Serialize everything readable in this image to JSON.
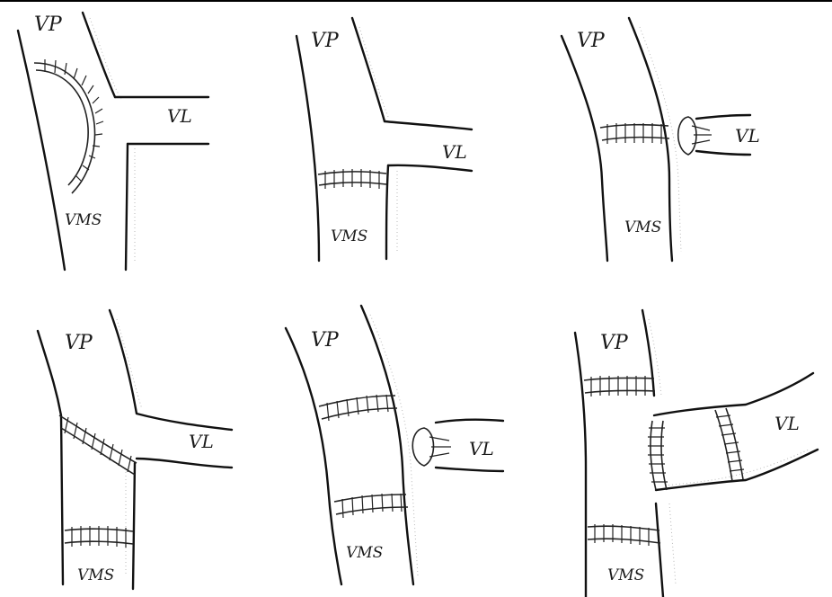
{
  "panels": [
    {
      "id": "p1",
      "vp": "VP",
      "vl": "VL",
      "vms": "VMS"
    },
    {
      "id": "p2",
      "vp": "VP",
      "vl": "VL",
      "vms": "VMS"
    },
    {
      "id": "p3",
      "vp": "VP",
      "vl": "VL",
      "vms": "VMS"
    },
    {
      "id": "p4",
      "vp": "VP",
      "vl": "VL",
      "vms": "VMS"
    },
    {
      "id": "p5",
      "vp": "VP",
      "vl": "VL",
      "vms": "VMS"
    },
    {
      "id": "p6",
      "vp": "VP",
      "vl": "VL",
      "vms": "VMS"
    }
  ]
}
